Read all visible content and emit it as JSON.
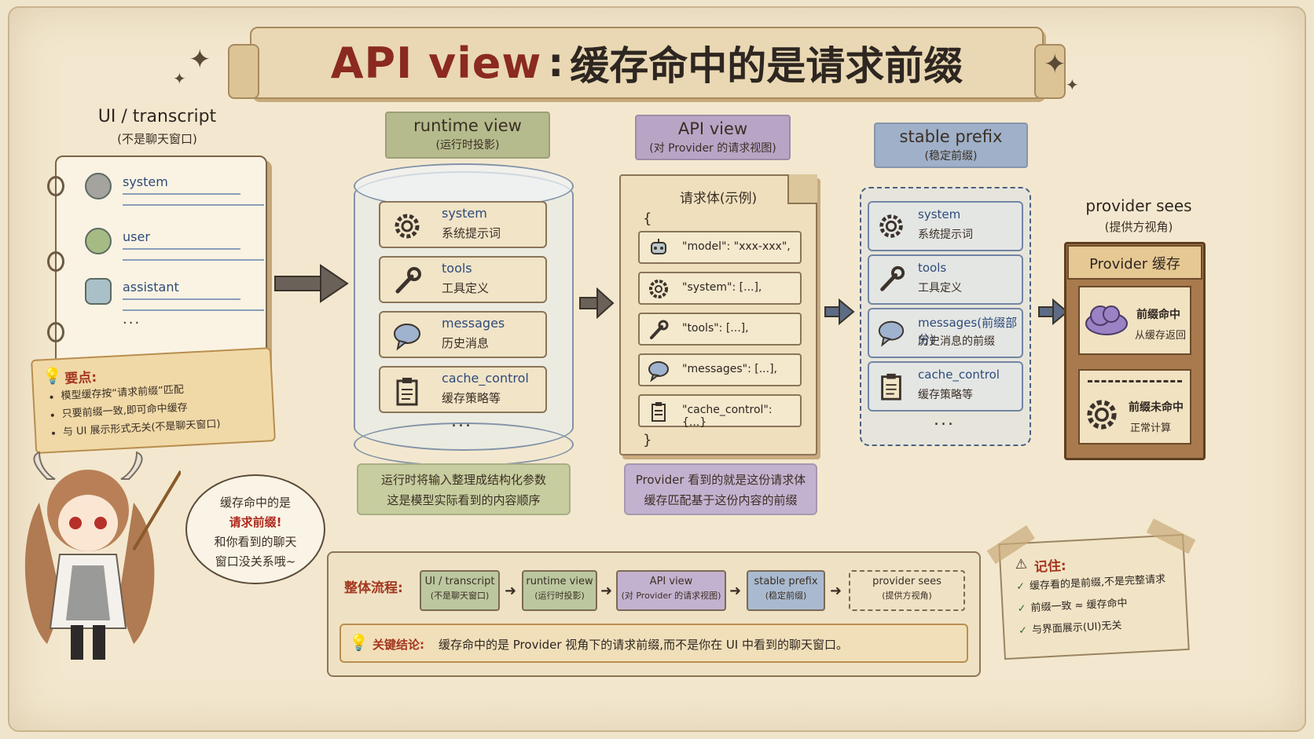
{
  "title": {
    "api": "API view",
    "colon": ":",
    "rest": "缓存命中的是请求前缀"
  },
  "ui": {
    "title": "UI / transcript",
    "subtitle": "(不是聊天窗口)",
    "rows": [
      {
        "label": "system",
        "avatar_icon": "person-icon",
        "color": "#8a8a86"
      },
      {
        "label": "user",
        "avatar_icon": "person-icon",
        "color": "#9bb07a"
      },
      {
        "label": "assistant",
        "avatar_icon": "robot-icon",
        "color": "#9fb8c0"
      }
    ],
    "ellipsis": "..."
  },
  "tip": {
    "title": "要点:",
    "items": [
      "模型缓存按“请求前缀”匹配",
      "只要前缀一致,即可命中缓存",
      "与 UI 展示形式无关(不是聊天窗口)"
    ]
  },
  "runtime": {
    "title": "runtime view",
    "subtitle": "(运行时投影)",
    "tag_color": "#b5bb8c",
    "items": [
      {
        "key": "system",
        "value": "系统提示词",
        "icon": "gear-icon"
      },
      {
        "key": "tools",
        "value": "工具定义",
        "icon": "wrench-icon"
      },
      {
        "key": "messages",
        "value": "历史消息",
        "icon": "speech-bubble-icon"
      },
      {
        "key": "cache_control",
        "value": "缓存策略等",
        "icon": "clipboard-icon"
      }
    ],
    "ellipsis": "...",
    "caption": [
      "运行时将输入整理成结构化参数",
      "这是模型实际看到的内容顺序"
    ]
  },
  "api": {
    "title": "API view",
    "subtitle": "(对 Provider 的请求视图)",
    "tag_color": "#b8a5c6",
    "doc_title": "请求体(示例)",
    "open_brace": "{",
    "close_brace": "}",
    "fields": [
      {
        "text": "\"model\": \"xxx-xxx\",",
        "icon": "robot-icon"
      },
      {
        "text": "\"system\": [...],",
        "icon": "gear-icon"
      },
      {
        "text": "\"tools\": [...],",
        "icon": "wrench-icon"
      },
      {
        "text": "\"messages\": [...],",
        "icon": "speech-bubble-icon"
      },
      {
        "text": "\"cache_control\": {...}",
        "icon": "clipboard-icon"
      }
    ],
    "caption": [
      "Provider 看到的就是这份请求体",
      "缓存匹配基于这份内容的前缀"
    ]
  },
  "prefix": {
    "title": "stable prefix",
    "subtitle": "(稳定前缀)",
    "tag_color": "#9fb0c8",
    "items": [
      {
        "key": "system",
        "key_extra": "",
        "value": "系统提示词",
        "icon": "gear-icon"
      },
      {
        "key": "tools",
        "key_extra": "",
        "value": "工具定义",
        "icon": "wrench-icon"
      },
      {
        "key": "messages",
        "key_extra": "(前缀部分)",
        "value": "历史消息的前缀",
        "icon": "speech-bubble-icon"
      },
      {
        "key": "cache_control",
        "key_extra": "",
        "value": "缓存策略等",
        "icon": "clipboard-icon"
      }
    ],
    "ellipsis": "..."
  },
  "provider": {
    "title": "provider sees",
    "subtitle": "(提供方视角)",
    "sign": "Provider 缓存",
    "hit_title": "前缀命中",
    "hit_desc": "从缓存返回",
    "miss_title": "前缀未命中",
    "miss_desc": "正常计算"
  },
  "bubble": {
    "line1": "缓存命中的是",
    "line2": "请求前缀!",
    "line3": "和你看到的聊天",
    "line4": "窗口没关系哦~"
  },
  "flow": {
    "label": "整体流程:",
    "nodes": [
      {
        "a": "UI / transcript",
        "b": "(不是聊天窗口)",
        "color": "#bcc79f"
      },
      {
        "a": "runtime view",
        "b": "(运行时投影)",
        "color": "#bcc79f"
      },
      {
        "a": "API view",
        "b": "(对 Provider 的请求视图)",
        "color": "#c3b2cf"
      },
      {
        "a": "stable prefix",
        "b": "(稳定前缀)",
        "color": "#a9bad0"
      },
      {
        "a": "provider sees",
        "b": "(提供方视角)",
        "color": "transparent"
      }
    ],
    "conclusion_label": "关键结论:",
    "conclusion_text": "缓存命中的是 Provider 视角下的请求前缀,而不是你在 UI 中看到的聊天窗口。"
  },
  "remember": {
    "title": "记住:",
    "items": [
      "缓存看的是前缀,不是完整请求",
      "前缀一致 ≈ 缓存命中",
      "与界面展示(UI)无关"
    ]
  }
}
